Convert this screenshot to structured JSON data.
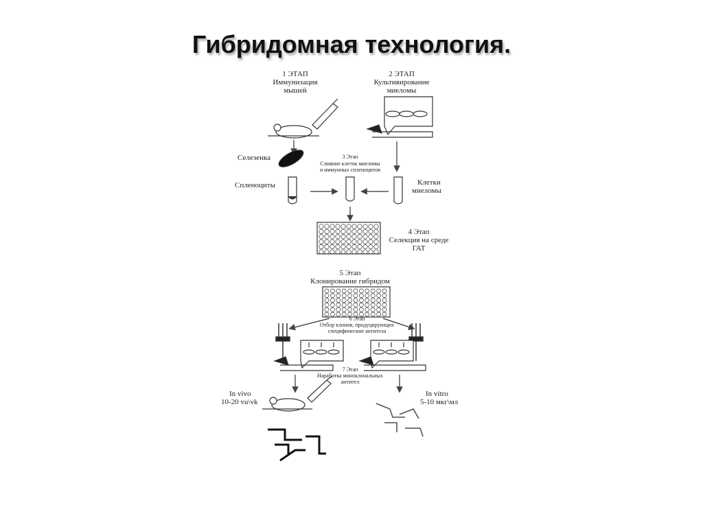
{
  "title": "Гибридомная технология.",
  "stages": {
    "s1": {
      "num": "1 ЭТАП",
      "name1": "Иммунизация",
      "name2": "мышей"
    },
    "s2": {
      "num": "2 ЭТАП",
      "name1": "Культивирование",
      "name2": "миеломы"
    },
    "s3": {
      "num": "3 Этап",
      "name1": "Слияние клеток миеломы",
      "name2": "и иммунных спленоцитов"
    },
    "s4": {
      "num": "4 Этап",
      "name1": "Селекция на среде",
      "name2": "ГАТ"
    },
    "s5": {
      "num": "5 Этап",
      "name1": "Клонирование гибридом"
    },
    "s6": {
      "num": "6 Этап",
      "name1": "Отбор клонов, продуцирующих",
      "name2": "специфические антитела"
    },
    "s7": {
      "num": "7 Этап",
      "name1": "Наработка моноклональных",
      "name2": "антител"
    }
  },
  "labels": {
    "spleen": "Селезенка",
    "splenocytes": "Спленоциты",
    "myeloma_cells_1": "Клетки",
    "myeloma_cells_2": "миеломы",
    "in_vivo_1": "In vivo",
    "in_vivo_2": "10-20 vu\\vk",
    "in_vitro_1": "In vitro",
    "in_vitro_2": "5-10 мкг\\мл"
  }
}
